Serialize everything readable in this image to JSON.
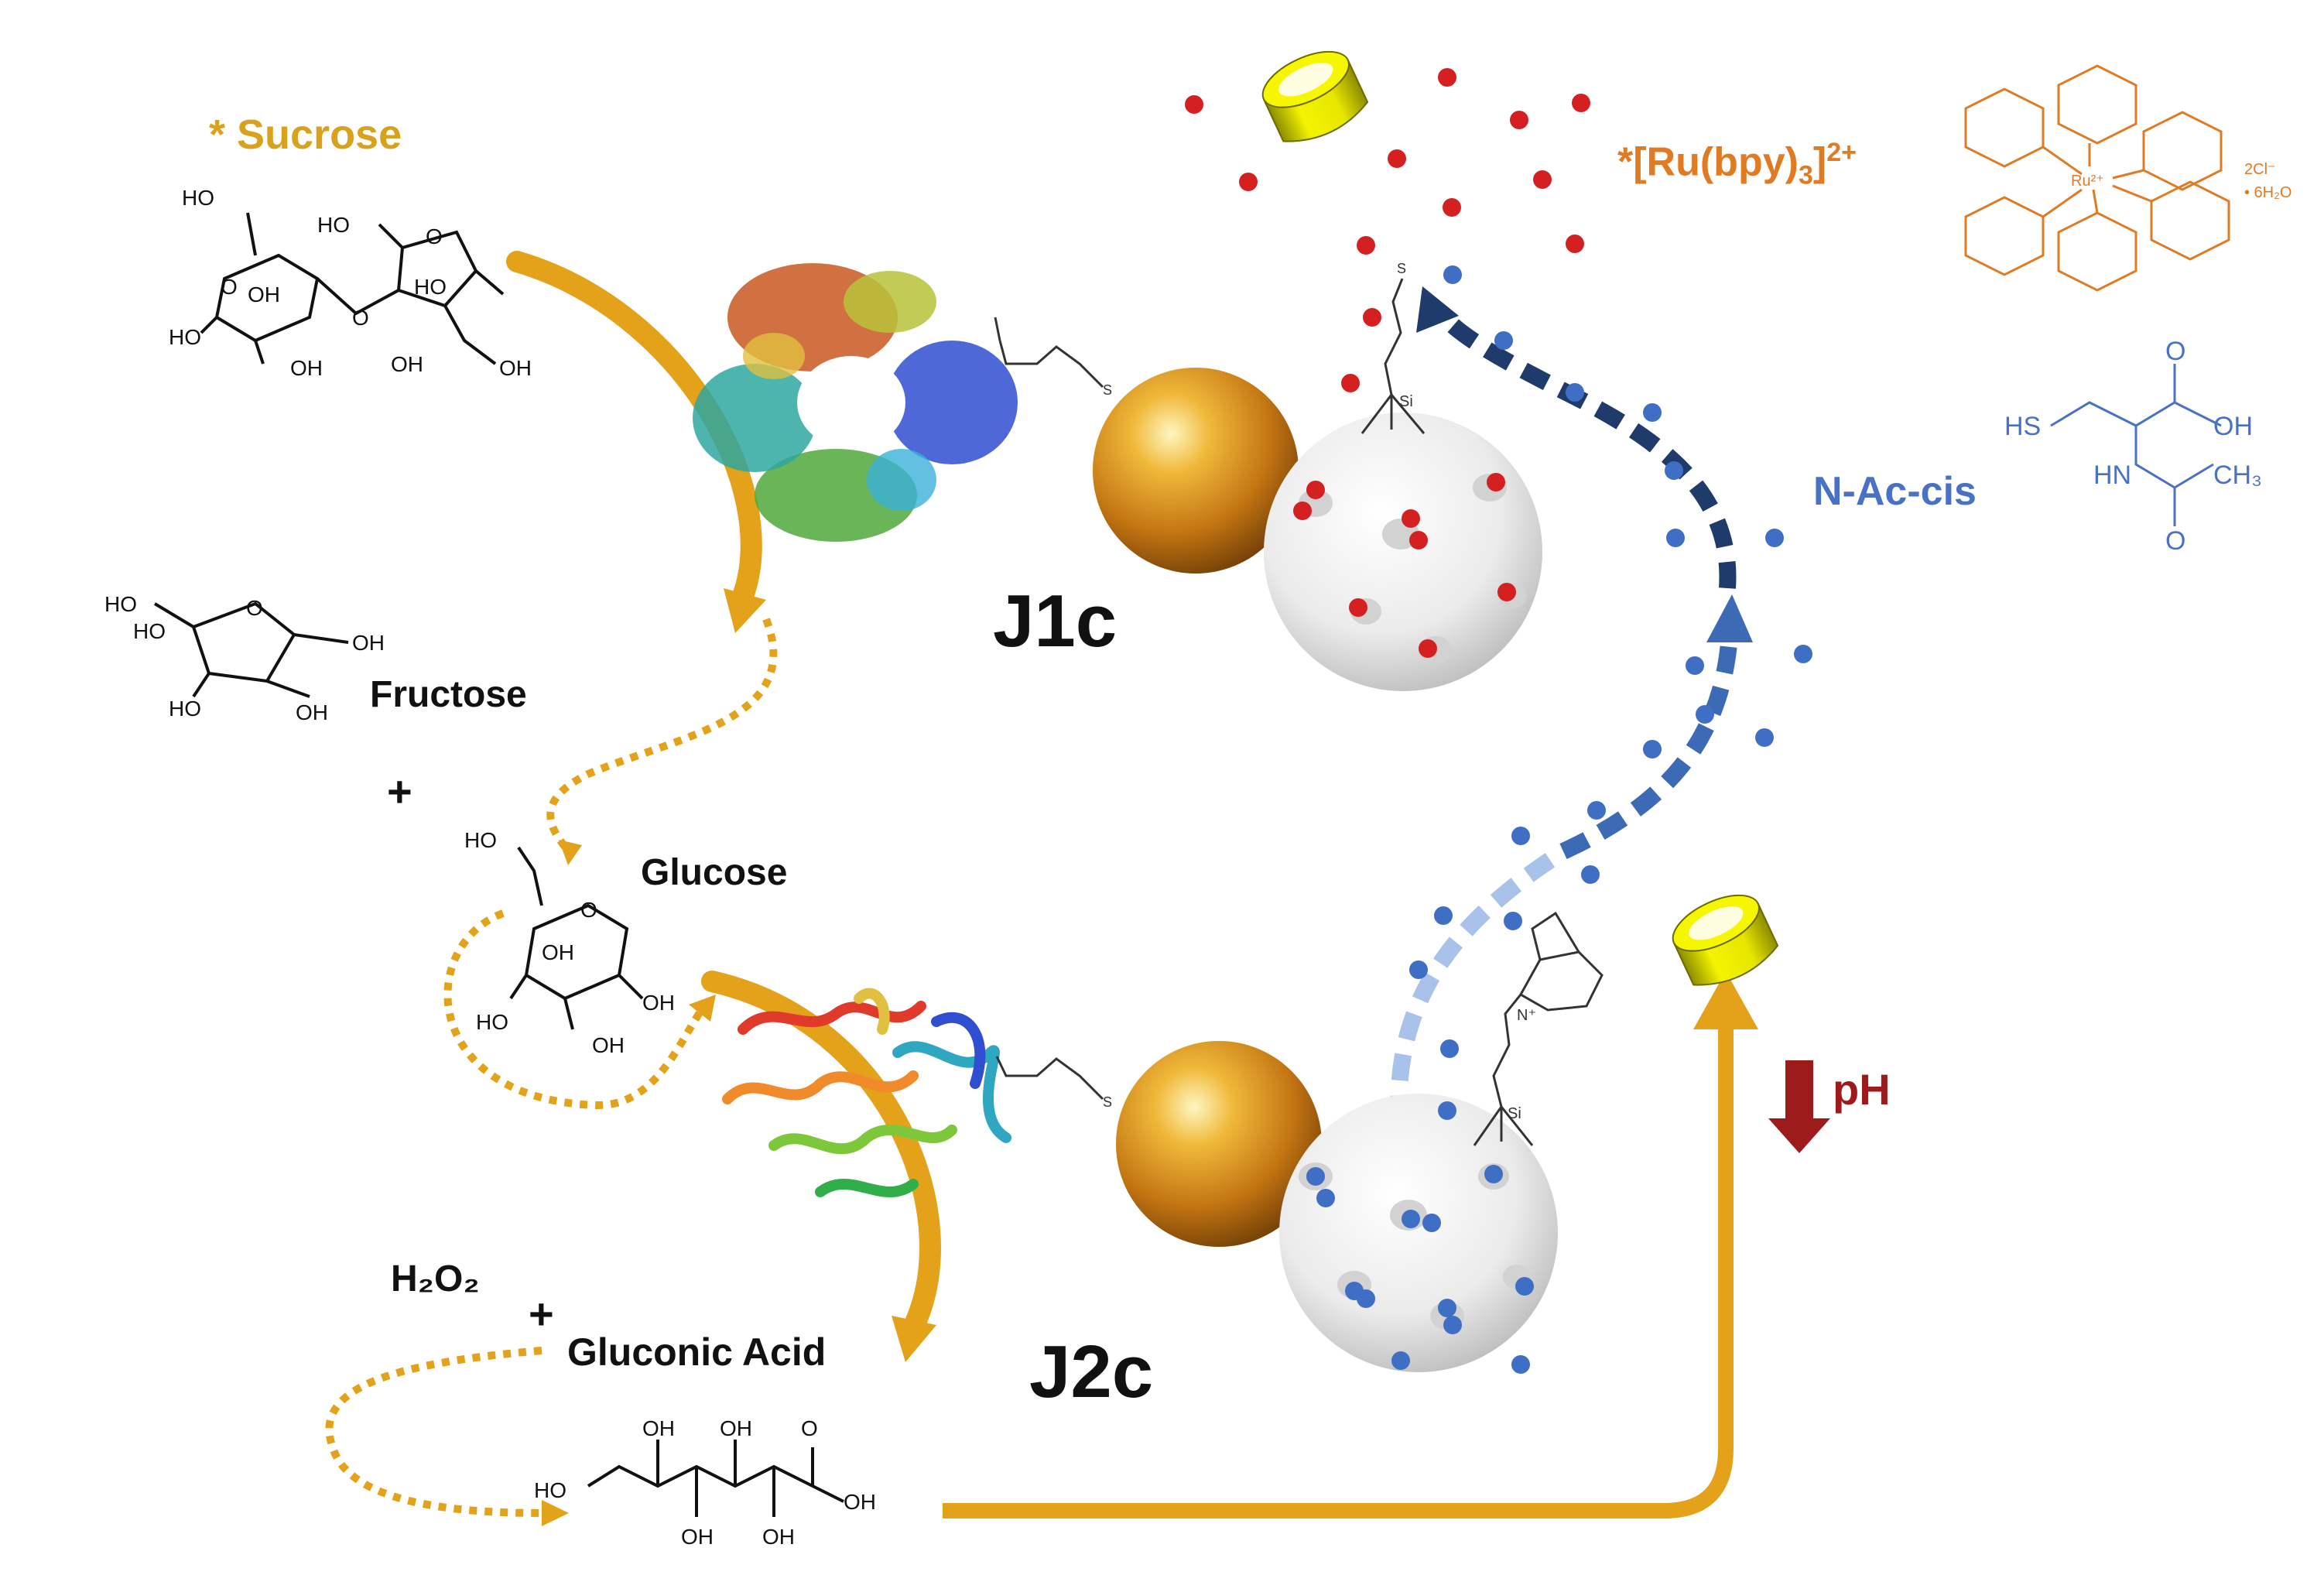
{
  "labels": {
    "sucrose": "* Sucrose",
    "fructose": "Fructose",
    "plus1": "+",
    "glucose": "Glucose",
    "h2o2": "H₂O₂",
    "plus2": "+",
    "gluconic": "Gluconic Acid",
    "j1c": "J1c",
    "j2c": "J2c",
    "ru_main": "*[Ru(bpy)",
    "ru_sub": "3",
    "ru_sup": "2+",
    "nac": "N-Ac-cis",
    "ph": "pH"
  },
  "struct": {
    "ho": "HO",
    "oh": "OH",
    "o": "O",
    "hs": "HS",
    "hn": "HN",
    "ch3": "CH₃",
    "si": "Si",
    "s": "S",
    "n": "N",
    "nplus": "N⁺",
    "ru2": "Ru²⁺",
    "cl": "2Cl⁻",
    "hyd": "• 6H₂O"
  },
  "colors": {
    "gold_arrow": "#e3a21a",
    "sucrose_text": "#d9a21c",
    "ru_text": "#e07b24",
    "nac_text": "#4a72c4",
    "ph_red": "#9e1b1b",
    "dark_blue": "#1f3b6b",
    "mid_blue": "#3d6ab4",
    "light_blue": "#a8c2ea",
    "red_dot": "#d42020",
    "blue_dot": "#3f6fc4"
  }
}
